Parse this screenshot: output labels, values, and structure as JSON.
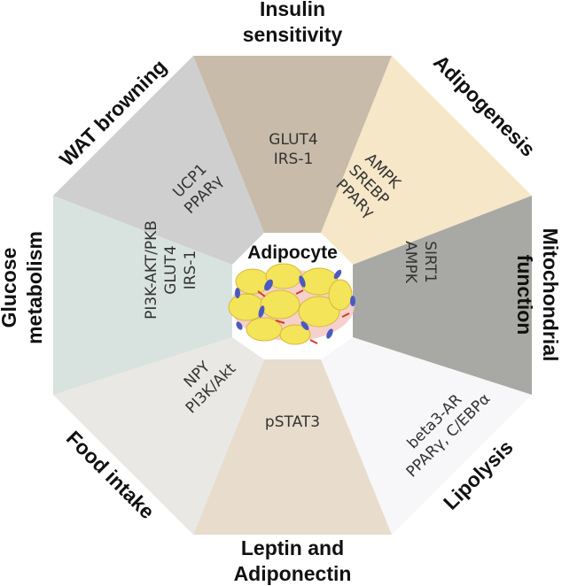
{
  "center": {
    "title": "Adipocyte"
  },
  "sectors": [
    {
      "id": "insulin",
      "color": "#c8bba9",
      "outer": [
        "Insulin",
        "sensitivity"
      ],
      "inner": [
        "GLUT4",
        "IRS-1"
      ]
    },
    {
      "id": "adipogenesis",
      "color": "#f6e7c8",
      "outer": [
        "Adipogenesis"
      ],
      "inner": [
        "AMPK",
        "SREBP",
        "PPARγ"
      ]
    },
    {
      "id": "mitochondrial",
      "color": "#a8a8a4",
      "outer": [
        "Mitochondrial",
        "function"
      ],
      "inner": [
        "SIRT1",
        "AMPK"
      ]
    },
    {
      "id": "lipolysis",
      "color": "#f7f6f8",
      "outer": [
        "Lipolysis"
      ],
      "inner": [
        "beta3-AR",
        "PPARγ, C/EBPα"
      ]
    },
    {
      "id": "leptin",
      "color": "#e8dccd",
      "outer": [
        "Leptin and",
        "Adiponectin"
      ],
      "inner": [
        "pSTAT3"
      ]
    },
    {
      "id": "food",
      "color": "#e9e8e4",
      "outer": [
        "Food intake"
      ],
      "inner": [
        "NPY",
        "PI3K/Akt"
      ]
    },
    {
      "id": "glucose",
      "color": "#d8e3e0",
      "outer": [
        "Glucose",
        "metabolism"
      ],
      "inner": [
        "PI3K-AKT/PKB",
        "GLUT4",
        "IRS-1"
      ]
    },
    {
      "id": "wat",
      "color": "#cfcfcf",
      "outer": [
        "WAT browning"
      ],
      "inner": [
        "UCP1",
        "PPARγ"
      ]
    }
  ]
}
